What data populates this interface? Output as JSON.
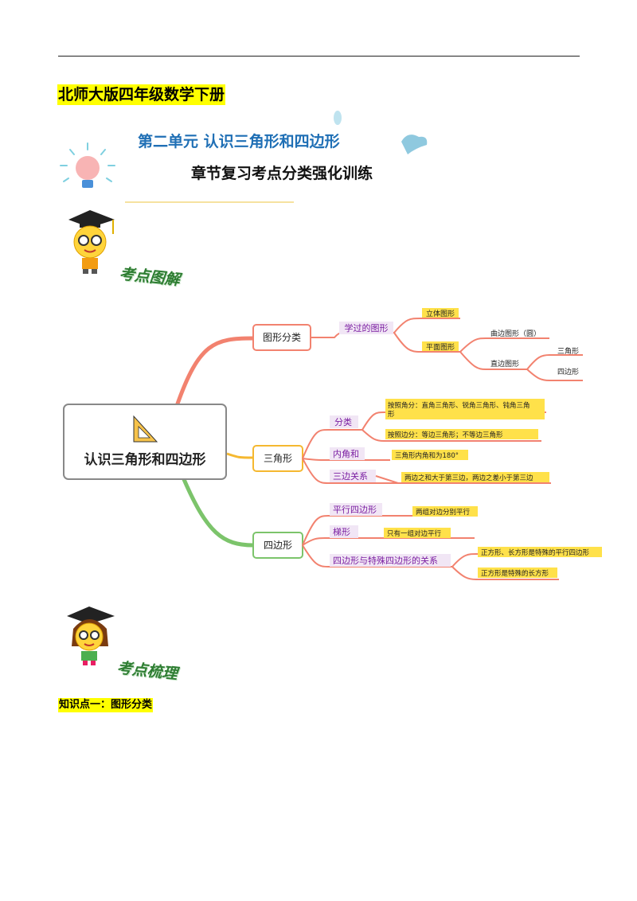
{
  "header": {
    "book_title": "北师大版四年级数学下册",
    "unit_title": "第二单元   认识三角形和四边形",
    "subtitle": "章节复习考点分类强化训练"
  },
  "sections": {
    "diagram_heading": "考点图解",
    "review_heading": "考点梳理",
    "knowledge_point_1": "知识点一：图形分类"
  },
  "mindmap": {
    "root": "认识三角形和四边形",
    "branch1": {
      "label": "图形分类",
      "child": "学过的图形",
      "solid": "立体图形",
      "plane": "平面图形",
      "curved": "曲边图形（圆）",
      "straight": "直边图形",
      "triangle": "三角形",
      "quad": "四边形"
    },
    "branch2": {
      "label": "三角形",
      "classify": "分类",
      "by_angle_1": "按照角分：直角三角形、锐角三角形、钝角三角",
      "by_angle_2": "形",
      "by_side": "按照边分：等边三角形；不等边三角形",
      "angle_sum": "内角和",
      "angle_sum_desc": "三角形内角和为180°",
      "side_rel": "三边关系",
      "side_rel_desc": "两边之和大于第三边，两边之差小于第三边"
    },
    "branch3": {
      "label": "四边形",
      "parallelogram": "平行四边形",
      "parallelogram_desc": "两组对边分别平行",
      "trapezoid": "梯形",
      "trapezoid_desc": "只有一组对边平行",
      "relation": "四边形与特殊四边形的关系",
      "rel_desc_1": "正方形、长方形是特殊的平行四边形",
      "rel_desc_2": "正方形是特殊的长方形"
    }
  },
  "colors": {
    "unit_blue": "#1f6fb5",
    "branch_red": "#f2826f",
    "branch_orange": "#f5b830",
    "branch_green": "#7cc46b",
    "label_purple": "#7b1fa2",
    "highlight_yellow": "#ffe14a"
  }
}
